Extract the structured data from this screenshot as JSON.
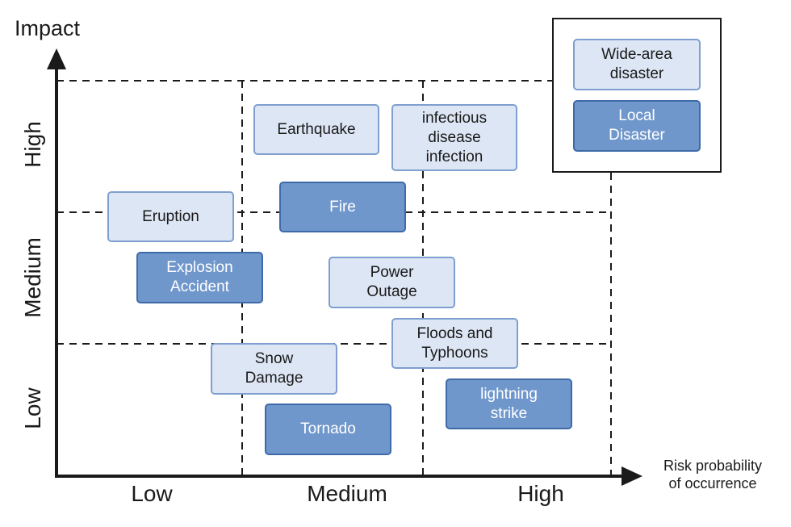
{
  "axes": {
    "y_title": "Impact",
    "x_title_line1": "Risk probability",
    "x_title_line2": "of occurrence",
    "x_ticks": [
      "Low",
      "Medium",
      "High"
    ],
    "y_ticks": [
      "High",
      "Medium",
      "Low"
    ]
  },
  "legend": {
    "wide_line1": "Wide-area",
    "wide_line2": "disaster",
    "local_line1": "Local",
    "local_line2": "Disaster"
  },
  "colors": {
    "wide_fill": "#dde6f4",
    "wide_border": "#7e9fcf",
    "local_fill": "#7097cc",
    "local_border": "#3f6aa8",
    "axis": "#1a1a1a"
  },
  "items": {
    "earthquake": [
      "Earthquake"
    ],
    "infectious": [
      "infectious",
      "disease",
      "infection"
    ],
    "fire": [
      "Fire"
    ],
    "eruption": [
      "Eruption"
    ],
    "explosion": [
      "Explosion",
      "Accident"
    ],
    "power": [
      "Power",
      "Outage"
    ],
    "floods": [
      "Floods and",
      "Typhoons"
    ],
    "snow": [
      "Snow",
      "Damage"
    ],
    "tornado": [
      "Tornado"
    ],
    "lightning": [
      "lightning",
      "strike"
    ]
  }
}
